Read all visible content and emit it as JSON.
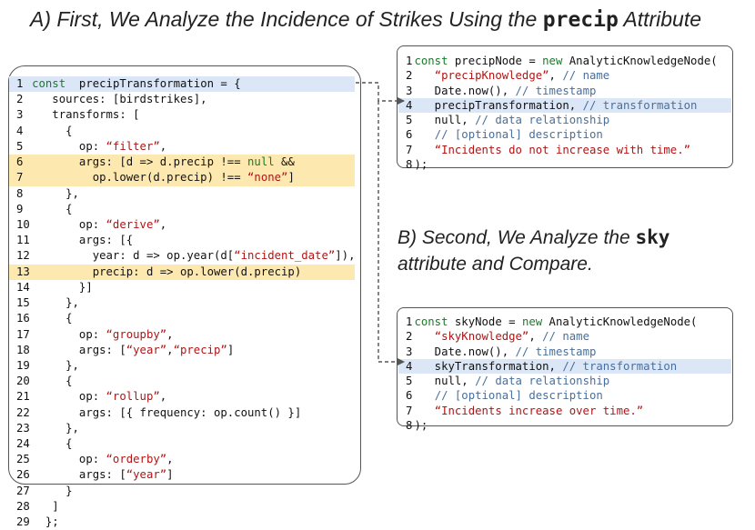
{
  "title_a": {
    "prefix": "A) First, We Analyze the Incidence of Strikes Using the ",
    "code": "precip",
    "suffix": " Attribute"
  },
  "title_b": {
    "line1_prefix": "B) Second, We Analyze the ",
    "line1_code": "sky",
    "line2": "attribute and Compare."
  },
  "main_code": [
    {
      "n": "1",
      "hl": "blue",
      "seg": [
        [
          "kw",
          "const"
        ],
        [
          "",
          "  precipTransformation = {"
        ]
      ]
    },
    {
      "n": "2",
      "seg": [
        [
          "",
          "   sources: [birdstrikes],"
        ]
      ]
    },
    {
      "n": "3",
      "seg": [
        [
          "",
          "   transforms: ["
        ]
      ]
    },
    {
      "n": "4",
      "seg": [
        [
          "",
          "     {"
        ]
      ]
    },
    {
      "n": "5",
      "seg": [
        [
          "",
          "       op: "
        ],
        [
          "str",
          "“filter”"
        ],
        [
          "",
          ","
        ]
      ]
    },
    {
      "n": "6",
      "hl": "orange",
      "seg": [
        [
          "",
          "       args: [d => d.precip !== "
        ],
        [
          "nul",
          "null"
        ],
        [
          "",
          " &&"
        ]
      ]
    },
    {
      "n": "7",
      "hl": "orange",
      "seg": [
        [
          "",
          "         op.lower(d.precip) !== "
        ],
        [
          "str",
          "“none”"
        ],
        [
          "",
          "]"
        ]
      ]
    },
    {
      "n": "8",
      "seg": [
        [
          "",
          "     },"
        ]
      ]
    },
    {
      "n": "9",
      "seg": [
        [
          "",
          "     {"
        ]
      ]
    },
    {
      "n": "10",
      "seg": [
        [
          "",
          "       op: "
        ],
        [
          "str",
          "“derive”"
        ],
        [
          "",
          ","
        ]
      ]
    },
    {
      "n": "11",
      "seg": [
        [
          "",
          "       args: [{"
        ]
      ]
    },
    {
      "n": "12",
      "seg": [
        [
          "",
          "         year: d => op.year(d["
        ],
        [
          "str",
          "“incident_date”"
        ],
        [
          "",
          "]),"
        ]
      ]
    },
    {
      "n": "13",
      "hl": "orange",
      "seg": [
        [
          "",
          "         precip: d => op.lower(d.precip)"
        ]
      ]
    },
    {
      "n": "14",
      "seg": [
        [
          "",
          "       }]"
        ]
      ]
    },
    {
      "n": "15",
      "seg": [
        [
          "",
          "     },"
        ]
      ]
    },
    {
      "n": "16",
      "seg": [
        [
          "",
          "     {"
        ]
      ]
    },
    {
      "n": "17",
      "seg": [
        [
          "",
          "       op: "
        ],
        [
          "str",
          "“groupby”"
        ],
        [
          "",
          ","
        ]
      ]
    },
    {
      "n": "18",
      "seg": [
        [
          "",
          "       args: ["
        ],
        [
          "str",
          "“year”"
        ],
        [
          "",
          ","
        ],
        [
          "str",
          "“precip”"
        ],
        [
          "",
          "]"
        ]
      ]
    },
    {
      "n": "19",
      "seg": [
        [
          "",
          "     },"
        ]
      ]
    },
    {
      "n": "20",
      "seg": [
        [
          "",
          "     {"
        ]
      ]
    },
    {
      "n": "21",
      "seg": [
        [
          "",
          "       op: "
        ],
        [
          "str",
          "“rollup”"
        ],
        [
          "",
          ","
        ]
      ]
    },
    {
      "n": "22",
      "seg": [
        [
          "",
          "       args: [{ frequency: op.count() }]"
        ]
      ]
    },
    {
      "n": "23",
      "seg": [
        [
          "",
          "     },"
        ]
      ]
    },
    {
      "n": "24",
      "seg": [
        [
          "",
          "     {"
        ]
      ]
    },
    {
      "n": "25",
      "seg": [
        [
          "",
          "       op: "
        ],
        [
          "str",
          "“orderby”"
        ],
        [
          "",
          ","
        ]
      ]
    },
    {
      "n": "26",
      "seg": [
        [
          "",
          "       args: ["
        ],
        [
          "str",
          "“year”"
        ],
        [
          "",
          "]"
        ]
      ]
    },
    {
      "n": "27",
      "seg": [
        [
          "",
          "     }"
        ]
      ]
    },
    {
      "n": "28",
      "seg": [
        [
          "",
          "   ]"
        ]
      ]
    },
    {
      "n": "29",
      "seg": [
        [
          "",
          "  };"
        ]
      ]
    }
  ],
  "precip_code": [
    {
      "n": "1",
      "seg": [
        [
          "kw",
          "const"
        ],
        [
          "",
          " precipNode = "
        ],
        [
          "kw",
          "new"
        ],
        [
          "",
          " AnalyticKnowledgeNode("
        ]
      ]
    },
    {
      "n": "2",
      "seg": [
        [
          "",
          "   "
        ],
        [
          "str",
          "“precipKnowledge”"
        ],
        [
          "",
          ", "
        ],
        [
          "cmt",
          "// name"
        ]
      ]
    },
    {
      "n": "3",
      "seg": [
        [
          "",
          "   Date.now(), "
        ],
        [
          "cmt",
          "// timestamp"
        ]
      ]
    },
    {
      "n": "4",
      "hl": "blue",
      "seg": [
        [
          "",
          "   precipTransformation, "
        ],
        [
          "cmt",
          "// transformation"
        ]
      ]
    },
    {
      "n": "5",
      "seg": [
        [
          "",
          "   null, "
        ],
        [
          "cmt",
          "// data relationship"
        ]
      ]
    },
    {
      "n": "6",
      "seg": [
        [
          "",
          "   "
        ],
        [
          "cmt",
          "// [optional] description"
        ]
      ]
    },
    {
      "n": "7",
      "seg": [
        [
          "",
          "   "
        ],
        [
          "str",
          "“Incidents do not increase with time.”"
        ]
      ]
    },
    {
      "n": "8",
      "seg": [
        [
          "",
          ");"
        ]
      ]
    }
  ],
  "sky_code": [
    {
      "n": "1",
      "seg": [
        [
          "kw",
          "const"
        ],
        [
          "",
          " skyNode = "
        ],
        [
          "kw",
          "new"
        ],
        [
          "",
          " AnalyticKnowledgeNode("
        ]
      ]
    },
    {
      "n": "2",
      "seg": [
        [
          "",
          "   "
        ],
        [
          "str",
          "“skyKnowledge”"
        ],
        [
          "",
          ", "
        ],
        [
          "cmt",
          "// name"
        ]
      ]
    },
    {
      "n": "3",
      "seg": [
        [
          "",
          "   Date.now(), "
        ],
        [
          "cmt",
          "// timestamp"
        ]
      ]
    },
    {
      "n": "4",
      "hl": "blue",
      "seg": [
        [
          "",
          "   skyTransformation, "
        ],
        [
          "cmt",
          "// transformation"
        ]
      ]
    },
    {
      "n": "5",
      "seg": [
        [
          "",
          "   null, "
        ],
        [
          "cmt",
          "// data relationship"
        ]
      ]
    },
    {
      "n": "6",
      "seg": [
        [
          "",
          "   "
        ],
        [
          "cmt",
          "// [optional] description"
        ]
      ]
    },
    {
      "n": "7",
      "seg": [
        [
          "",
          "   "
        ],
        [
          "str",
          "“Incidents increase over time.”"
        ]
      ]
    },
    {
      "n": "8",
      "seg": [
        [
          "",
          ");"
        ]
      ]
    }
  ],
  "colors": {
    "keyword": "#1a7a2a",
    "string": "#b01515",
    "comment": "#4a6f9a",
    "highlight_blue": "#dbe7f7",
    "highlight_orange": "#fde9b0",
    "arrow": "#555555"
  }
}
